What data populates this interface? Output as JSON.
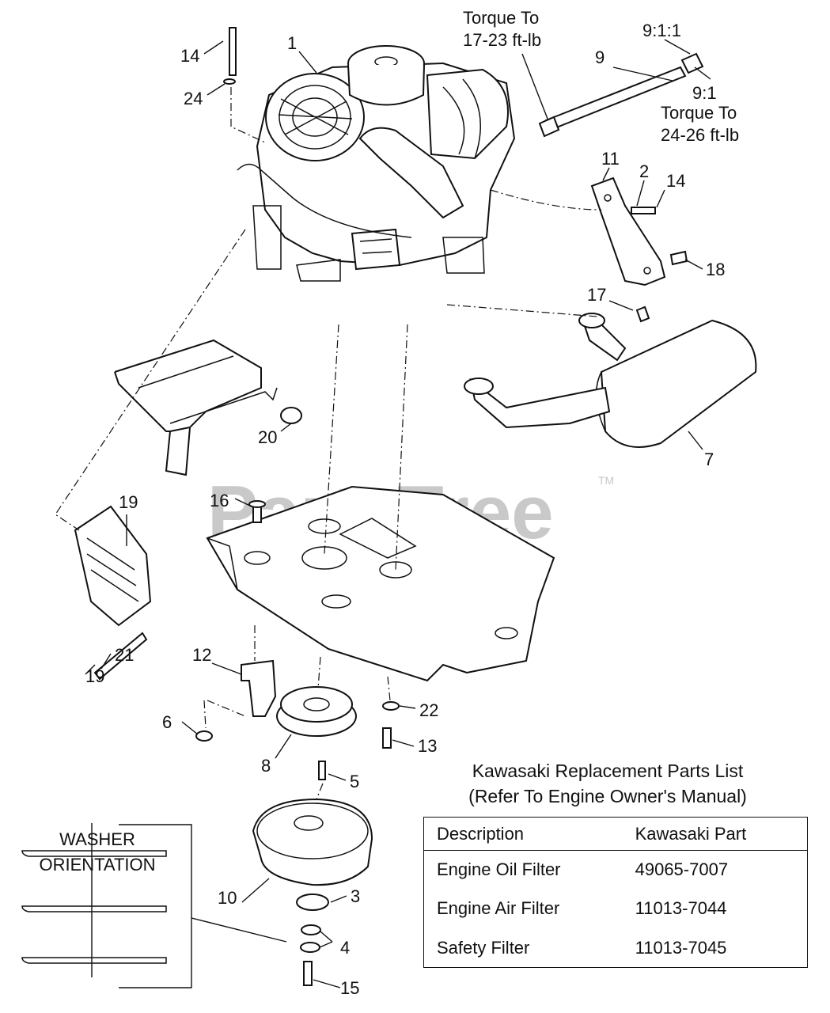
{
  "watermark": {
    "text": "PartsTree",
    "tm": "TM"
  },
  "notes": {
    "torque_top_l1": "Torque To",
    "torque_top_l2": "17-23 ft-lb",
    "ratio_top": "9:1:1",
    "ratio_mid": "9:1",
    "torque_right_l1": "Torque To",
    "torque_right_l2": "24-26 ft-lb"
  },
  "callouts": {
    "c14a": "14",
    "c24": "24",
    "c1": "1",
    "c9": "9",
    "c11": "11",
    "c2": "2",
    "c14b": "14",
    "c18": "18",
    "c17": "17",
    "c20": "20",
    "c7": "7",
    "c16": "16",
    "c19a": "19",
    "c21": "21",
    "c19b": "19",
    "c12": "12",
    "c6": "6",
    "c22": "22",
    "c13": "13",
    "c8": "8",
    "c5": "5",
    "c10": "10",
    "c3": "3",
    "c4": "4",
    "c15": "15"
  },
  "washer": {
    "title_l1": "WASHER",
    "title_l2": "ORIENTATION"
  },
  "parts_list": {
    "title_l1": "Kawasaki Replacement Parts List",
    "title_l2": "(Refer To Engine Owner's Manual)",
    "headers": [
      "Description",
      "Kawasaki Part"
    ],
    "rows": [
      [
        "Engine Oil Filter",
        "49065-7007"
      ],
      [
        "Engine Air Filter",
        "11013-7044"
      ],
      [
        "Safety Filter",
        "11013-7045"
      ]
    ]
  }
}
